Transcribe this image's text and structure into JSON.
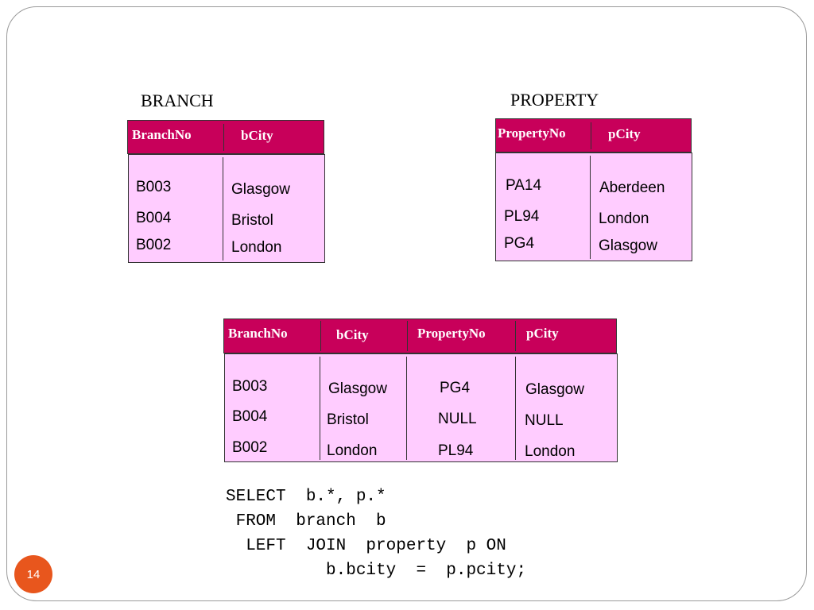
{
  "branch": {
    "title": "BRANCH",
    "headers": [
      "BranchNo",
      "bCity"
    ],
    "rows": [
      [
        "B003",
        "Glasgow"
      ],
      [
        "B004",
        "Bristol"
      ],
      [
        "B002",
        "London"
      ]
    ]
  },
  "property": {
    "title": "PROPERTY",
    "headers": [
      "PropertyNo",
      "pCity"
    ],
    "rows": [
      [
        "PA14",
        "Aberdeen"
      ],
      [
        "PL94",
        "London"
      ],
      [
        "PG4",
        "Glasgow"
      ]
    ]
  },
  "result": {
    "headers": [
      "BranchNo",
      "bCity",
      "PropertyNo",
      "pCity"
    ],
    "rows": [
      [
        "B003",
        "Glasgow",
        "PG4",
        "Glasgow"
      ],
      [
        "B004",
        "Bristol",
        "NULL",
        "NULL"
      ],
      [
        "B002",
        "London",
        "PL94",
        "London"
      ]
    ]
  },
  "sql": {
    "line1": "SELECT  b.*, p.*",
    "line2": " FROM  branch  b",
    "line3": "  LEFT  JOIN  property  p ON",
    "line4": "          b.bcity  =  p.pcity;"
  },
  "page_number": "14",
  "colors": {
    "header": "#c8005a",
    "body": "#ffccff",
    "badge": "#e8561d"
  }
}
